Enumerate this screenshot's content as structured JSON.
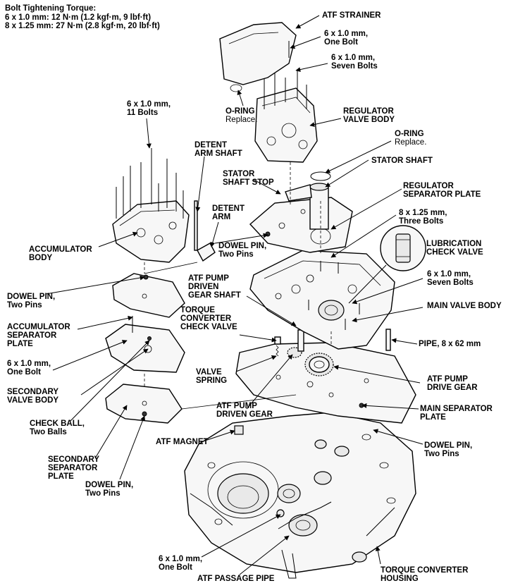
{
  "torque": {
    "title": "Bolt Tightening Torque:",
    "line1": "6 x 1.0 mm: 12 N·m (1.2 kgf·m, 9 lbf·ft)",
    "line2": "8 x 1.25 mm: 27 N·m (2.8 kgf·m, 20 lbf·ft)"
  },
  "labels": {
    "atf_strainer": "ATF STRAINER",
    "bolt_one_top_1": "6 x 1.0 mm,",
    "bolt_one_top_2": "One Bolt",
    "bolt_seven_top_1": "6 x 1.0 mm,",
    "bolt_seven_top_2": "Seven Bolts",
    "bolt_eleven_1": "6 x 1.0 mm,",
    "bolt_eleven_2": "11 Bolts",
    "oring_left_1": "O-RING",
    "oring_left_2": "Replace.",
    "regulator_body_1": "REGULATOR",
    "regulator_body_2": "VALVE BODY",
    "oring_right_1": "O-RING",
    "oring_right_2": "Replace.",
    "detent_shaft_1": "DETENT",
    "detent_shaft_2": "ARM SHAFT",
    "stator_shaft": "STATOR SHAFT",
    "stator_stop_1": "STATOR",
    "stator_stop_2": "SHAFT STOP",
    "regulator_plate_1": "REGULATOR",
    "regulator_plate_2": "SEPARATOR PLATE",
    "detent_arm_1": "DETENT",
    "detent_arm_2": "ARM",
    "bolt_three_1": "8 x 1.25 mm,",
    "bolt_three_2": "Three Bolts",
    "accumulator_body_1": "ACCUMULATOR",
    "accumulator_body_2": "BODY",
    "dowel_mid_1": "DOWEL PIN,",
    "dowel_mid_2": "Two Pins",
    "lube_check_1": "LUBRICATION",
    "lube_check_2": "CHECK VALVE",
    "pump_shaft_1": "ATF PUMP",
    "pump_shaft_2": "DRIVEN",
    "pump_shaft_3": "GEAR SHAFT",
    "bolt_seven_mid_1": "6 x 1.0 mm,",
    "bolt_seven_mid_2": "Seven Bolts",
    "dowel_left_1": "DOWEL PIN,",
    "dowel_left_2": "Two Pins",
    "tc_check_1": "TORQUE",
    "tc_check_2": "CONVERTER",
    "tc_check_3": "CHECK VALVE",
    "main_body": "MAIN VALVE BODY",
    "acc_plate_1": "ACCUMULATOR",
    "acc_plate_2": "SEPARATOR",
    "acc_plate_3": "PLATE",
    "pipe": "PIPE, 8 x 62 mm",
    "bolt_one_left_1": "6 x 1.0 mm,",
    "bolt_one_left_2": "One Bolt",
    "valve_spring_1": "VALVE",
    "valve_spring_2": "SPRING",
    "pump_drive_1": "ATF PUMP",
    "pump_drive_2": "DRIVE GEAR",
    "secondary_body_1": "SECONDARY",
    "secondary_body_2": "VALVE BODY",
    "pump_driven_1": "ATF PUMP",
    "pump_driven_2": "DRIVEN GEAR",
    "main_plate_1": "MAIN SEPARATOR",
    "main_plate_2": "PLATE",
    "check_ball_1": "CHECK BALL,",
    "check_ball_2": "Two Balls",
    "atf_magnet": "ATF MAGNET",
    "dowel_right_1": "DOWEL PIN,",
    "dowel_right_2": "Two Pins",
    "sec_plate_1": "SECONDARY",
    "sec_plate_2": "SEPARATOR",
    "sec_plate_3": "PLATE",
    "dowel_bottom_1": "DOWEL PIN,",
    "dowel_bottom_2": "Two Pins",
    "bolt_one_bottom_1": "6 x 1.0 mm,",
    "bolt_one_bottom_2": "One Bolt",
    "atf_pipe": "ATF PASSAGE PIPE",
    "housing_1": "TORQUE CONVERTER",
    "housing_2": "HOUSING"
  }
}
